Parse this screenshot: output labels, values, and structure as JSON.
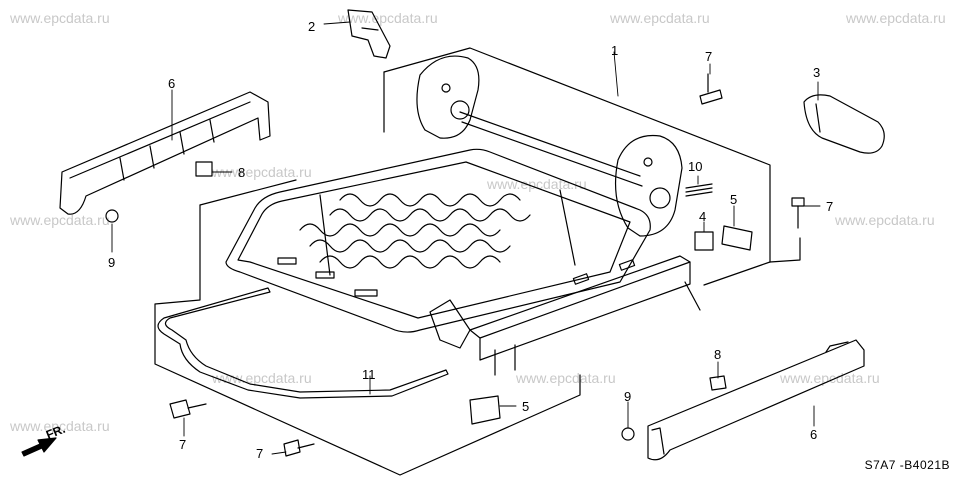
{
  "watermark": "www.epcdata.ru",
  "diagram_code": "S7A7 -B4021B",
  "direction_label": "FR.",
  "callouts": {
    "c1": "1",
    "c2": "2",
    "c3": "3",
    "c4": "4",
    "c5a": "5",
    "c5b": "5",
    "c6a": "6",
    "c6b": "6",
    "c7a": "7",
    "c7b": "7",
    "c7c": "7",
    "c7d": "7",
    "c8a": "8",
    "c8b": "8",
    "c9a": "9",
    "c9b": "9",
    "c10": "10",
    "c11": "11"
  }
}
